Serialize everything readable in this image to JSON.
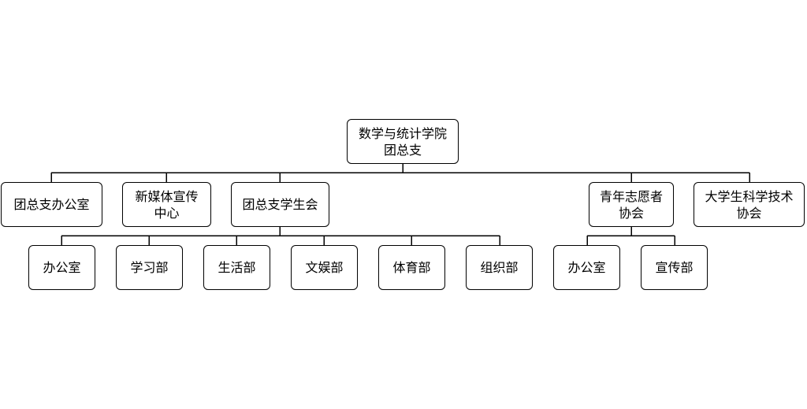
{
  "root": {
    "lines": [
      "数学与统计学院",
      "团总支"
    ]
  },
  "branches": [
    {
      "lines": [
        "团总支办公室"
      ]
    },
    {
      "lines": [
        "新媒体宣传",
        "中心"
      ]
    },
    {
      "lines": [
        "团总支学生会"
      ]
    },
    {
      "lines": [
        "青年志愿者",
        "协会"
      ]
    },
    {
      "lines": [
        "大学生科学技术",
        "协会"
      ]
    }
  ],
  "student_union_departments": [
    "办公室",
    "学习部",
    "生活部",
    "文娱部",
    "体育部",
    "组织部"
  ],
  "volunteer_association_departments": [
    "办公室",
    "宣传部"
  ]
}
